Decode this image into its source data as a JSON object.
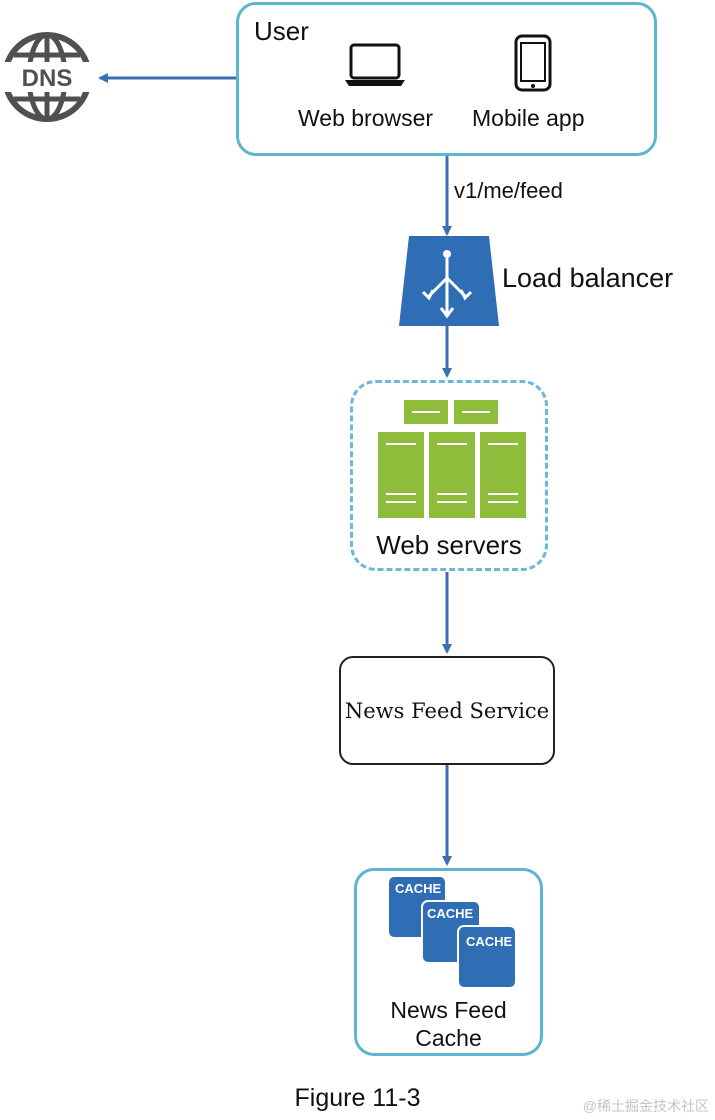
{
  "user": {
    "title": "User",
    "clients": [
      {
        "label": "Web browser",
        "icon": "laptop-icon"
      },
      {
        "label": "Mobile app",
        "icon": "mobile-phone-icon"
      }
    ]
  },
  "dns": {
    "label": "DNS",
    "icon": "globe-icon"
  },
  "edges": {
    "user_to_lb_label": "v1/me/feed"
  },
  "load_balancer": {
    "label": "Load balancer",
    "icon": "load-balancer-icon"
  },
  "web_servers": {
    "label": "Web servers",
    "icon": "server-rack-icon"
  },
  "service": {
    "label": "News Feed Service"
  },
  "cache": {
    "icon_texts": [
      "CACHE",
      "CACHE",
      "CACHE"
    ],
    "label_line1": "News Feed",
    "label_line2": "Cache"
  },
  "caption": "Figure 11-3",
  "watermark": "@稀土掘金技术社区",
  "colors": {
    "box_border": "#5bb6cf",
    "arrow": "#3a6fb0",
    "load_balancer": "#2f6db5",
    "server_green": "#8dbd3a",
    "cache_blue": "#2f6db5",
    "dns_gray": "#505050"
  }
}
